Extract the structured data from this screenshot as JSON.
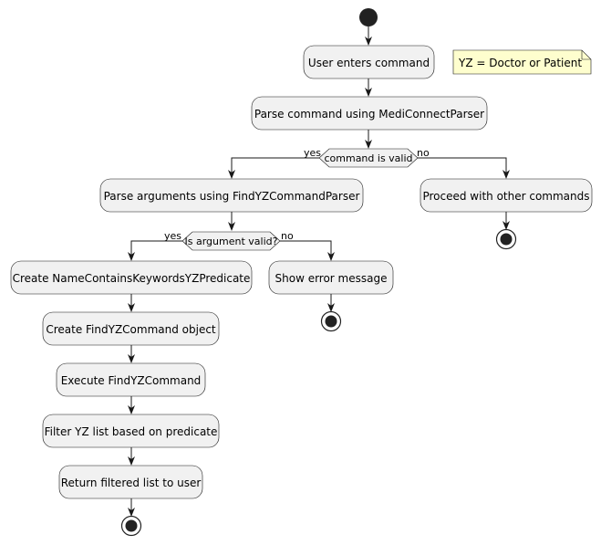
{
  "note": {
    "text": "YZ = Doctor or Patient"
  },
  "actions": {
    "user_enters_command": "User enters command",
    "parse_command": "Parse command using MediConnectParser",
    "parse_arguments": "Parse arguments using FindYZCommandParser",
    "proceed_other": "Proceed with other commands",
    "create_predicate": "Create NameContainsKeywordsYZPredicate",
    "show_error": "Show error message",
    "create_command_object": "Create FindYZCommand object",
    "execute_command": "Execute FindYZCommand",
    "filter_list": "Filter YZ list based on predicate",
    "return_list": "Return filtered list to user"
  },
  "decisions": {
    "command_valid": {
      "question": "command is valid",
      "yes_label": "yes",
      "no_label": "no"
    },
    "argument_valid": {
      "question": "Is argument valid?",
      "yes_label": "yes",
      "no_label": "no"
    }
  }
}
